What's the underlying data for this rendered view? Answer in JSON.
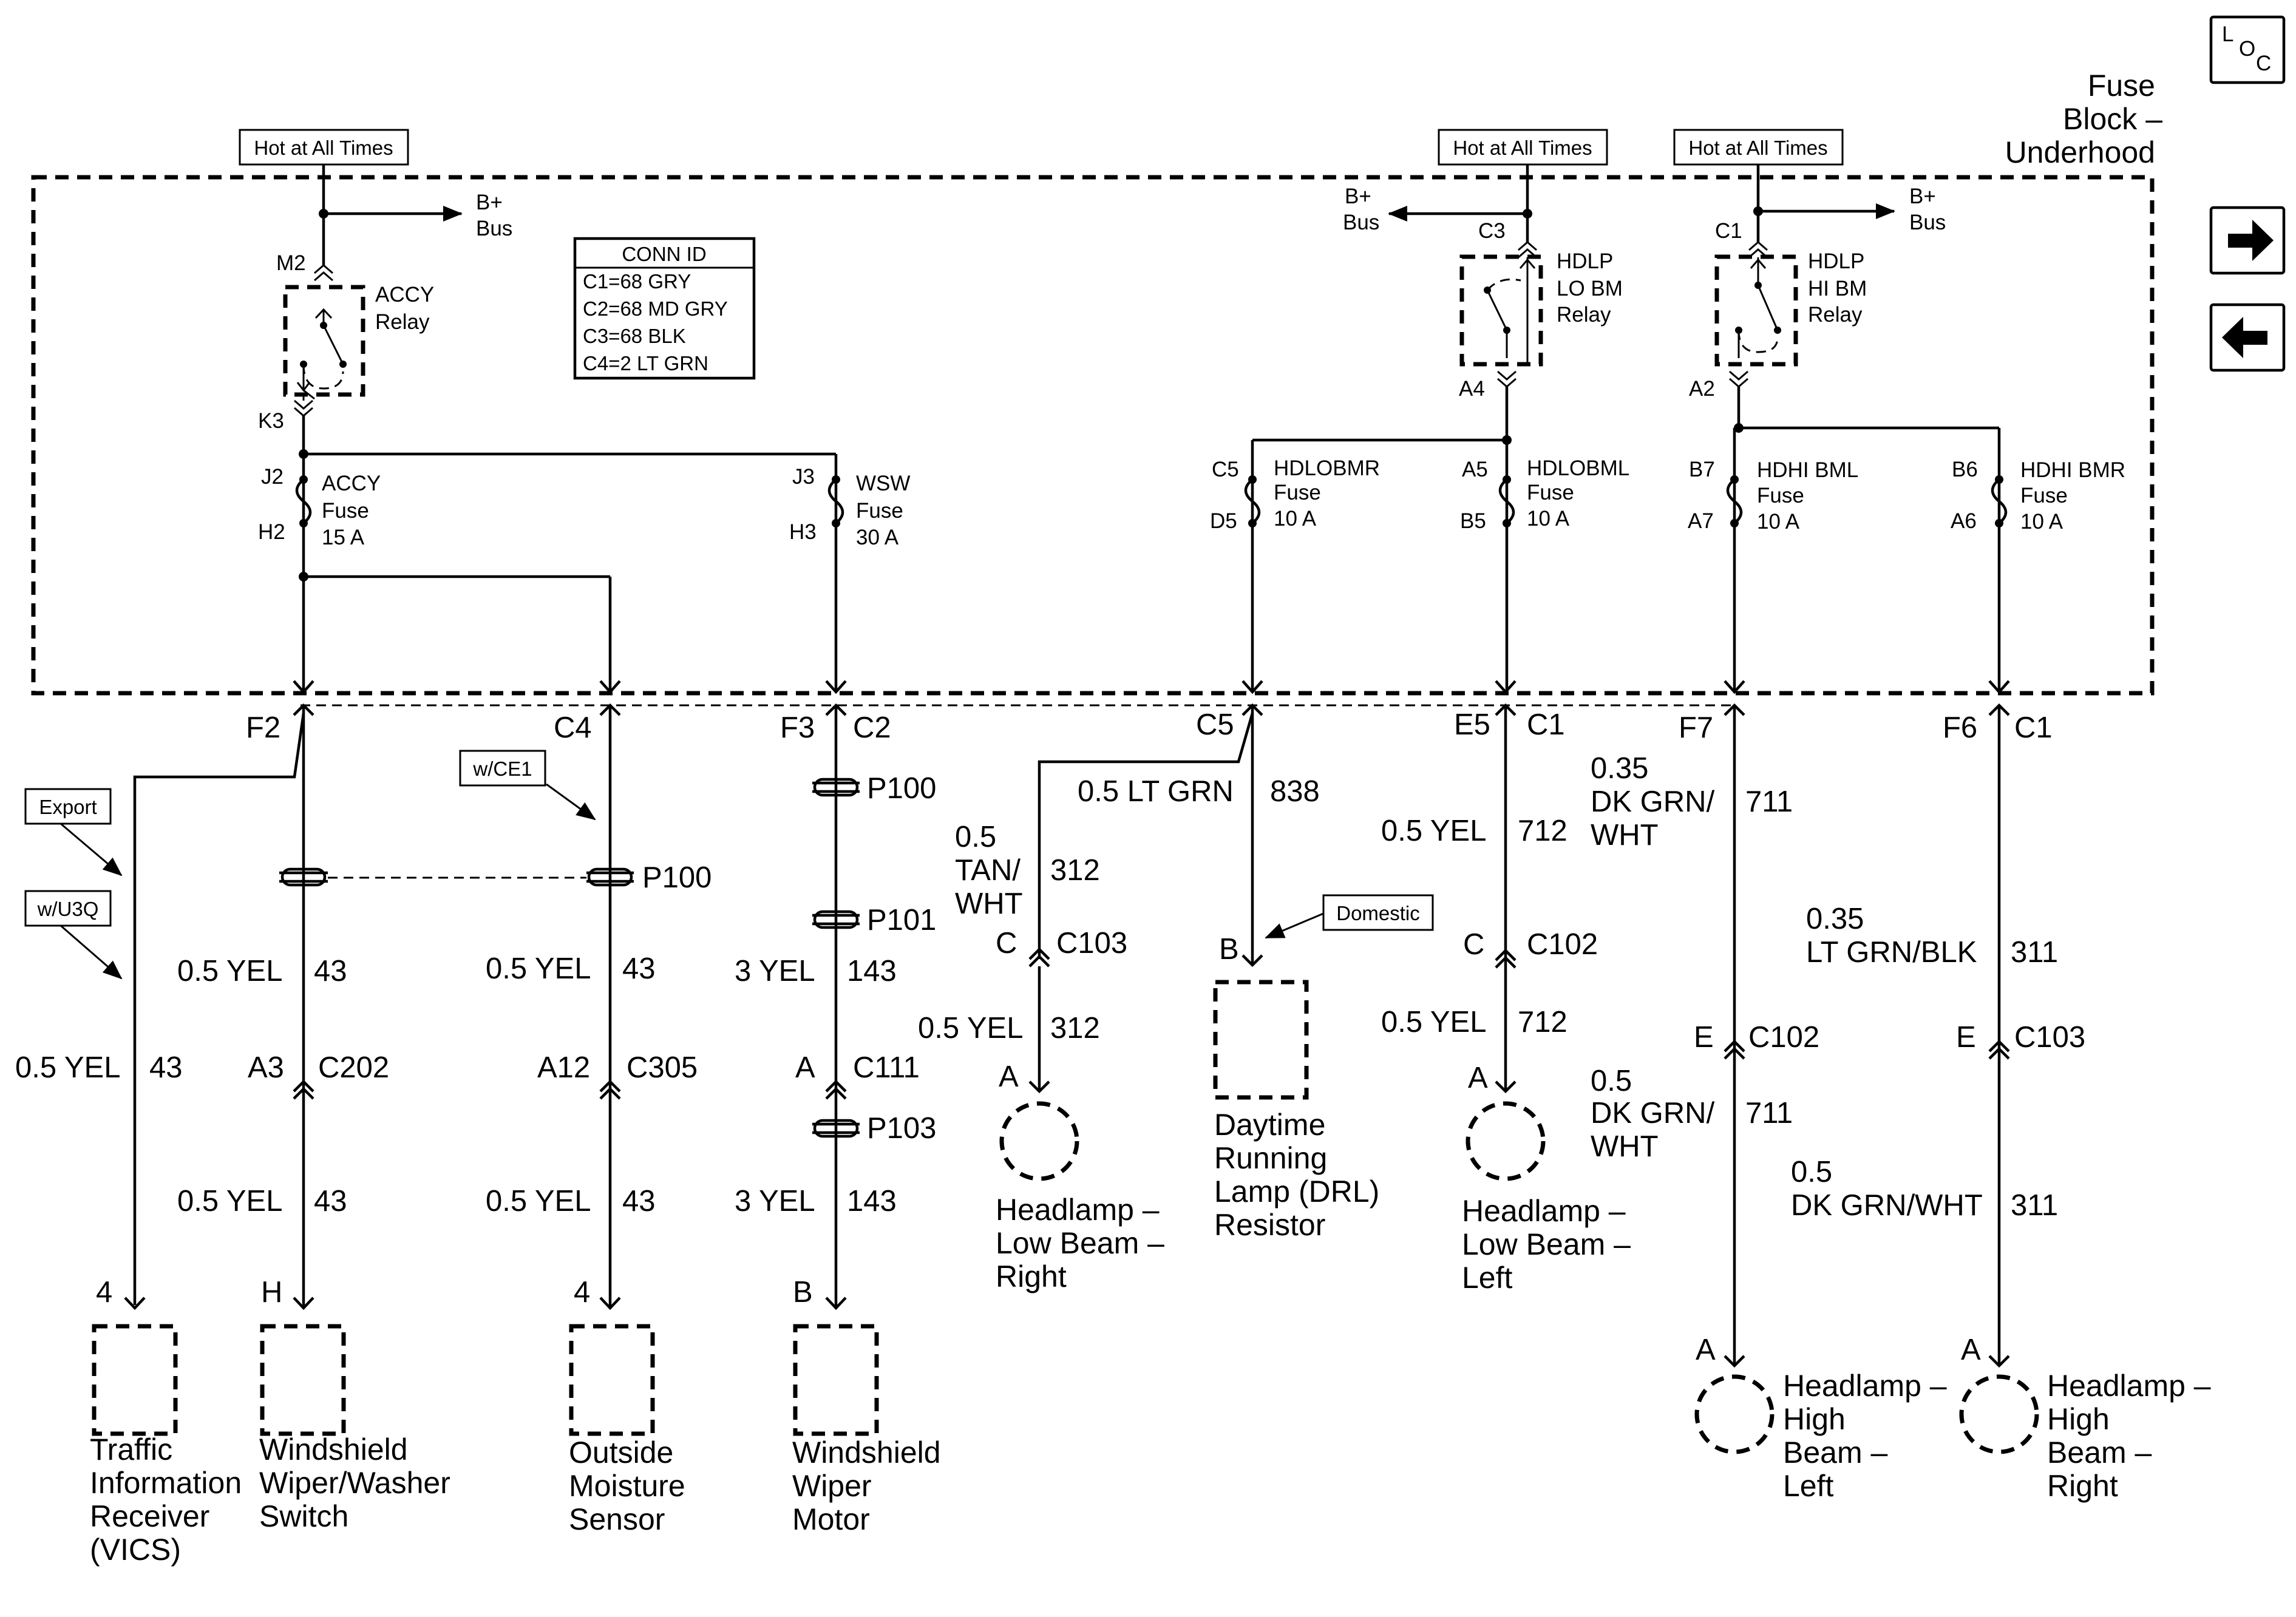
{
  "fuse_block": {
    "title_line1": "Fuse",
    "title_line2": "Block –",
    "title_line3": "Underhood"
  },
  "loc_button": {
    "l": "L",
    "o": "O",
    "c": "C"
  },
  "nav": {
    "forward_icon": "arrow-right-icon",
    "back_icon": "arrow-left-icon"
  },
  "hot_labels": [
    "Hot at All Times",
    "Hot at All Times",
    "Hot at All Times"
  ],
  "bplus": {
    "b": "B+",
    "bus": "Bus"
  },
  "conn_id": {
    "title": "CONN ID",
    "rows": [
      "C1=68 GRY",
      "C2=68 MD GRY",
      "C3=68 BLK",
      "C4=2 LT GRN"
    ]
  },
  "relays": {
    "accy": {
      "name1": "ACCY",
      "name2": "Relay",
      "pin_in": "M2",
      "pin_out": "K3"
    },
    "lo": {
      "name1": "HDLP",
      "name2": "LO BM",
      "name3": "Relay",
      "pin_in": "C3",
      "pin_out": "A4"
    },
    "hi": {
      "name1": "HDLP",
      "name2": "HI BM",
      "name3": "Relay",
      "pin_in": "C1",
      "pin_out": "A2"
    }
  },
  "fuses": {
    "accy": {
      "top": "J2",
      "bottom": "H2",
      "l1": "ACCY",
      "l2": "Fuse",
      "l3": "15 A"
    },
    "wsw": {
      "top": "J3",
      "bottom": "H3",
      "l1": "WSW",
      "l2": "Fuse",
      "l3": "30 A"
    },
    "lobmr": {
      "top": "C5",
      "bottom": "D5",
      "l1": "HDLOBMR",
      "l2": "Fuse",
      "l3": "10 A"
    },
    "lobml": {
      "top": "A5",
      "bottom": "B5",
      "l1": "HDLOBML",
      "l2": "Fuse",
      "l3": "10 A"
    },
    "hibml": {
      "top": "B7",
      "bottom": "A7",
      "l1": "HDHI BML",
      "l2": "Fuse",
      "l3": "10 A"
    },
    "hibmr": {
      "top": "B6",
      "bottom": "A6",
      "l1": "HDHI BMR",
      "l2": "Fuse",
      "l3": "10 A"
    }
  },
  "block_pins": {
    "f2": "F2",
    "c4": "C4",
    "f3": "F3",
    "c2": "C2",
    "c5": "C5",
    "e5": "E5",
    "c1a": "C1",
    "f7": "F7",
    "f6": "F6",
    "c1b": "C1"
  },
  "notes": {
    "export": "Export",
    "w_u3q": "w/U3Q",
    "w_ce1": "w/CE1",
    "domestic": "Domestic"
  },
  "splices": {
    "p100a": "P100",
    "p100b": "P100",
    "p101": "P101",
    "p103": "P103"
  },
  "wires": {
    "tir": {
      "size": "0.5 YEL",
      "num": "43"
    },
    "wws_top": {
      "size": "0.5 YEL",
      "num": "43"
    },
    "wws_bot": {
      "size": "0.5 YEL",
      "num": "43"
    },
    "oms_top": {
      "size": "0.5 YEL",
      "num": "43"
    },
    "oms_bot": {
      "size": "0.5 YEL",
      "num": "43"
    },
    "wwm_top": {
      "size": "3 YEL",
      "num": "143"
    },
    "wwm_bot": {
      "size": "3 YEL",
      "num": "143"
    },
    "hlr_top": {
      "l1": "0.5",
      "l2": "TAN/",
      "l3": "WHT",
      "num": "312"
    },
    "hlr_bot": {
      "size": "0.5 YEL",
      "num": "312"
    },
    "drl": {
      "size": "0.5 LT GRN",
      "num": "838"
    },
    "hll_top": {
      "size": "0.5 YEL",
      "num": "712"
    },
    "hll_bot": {
      "size": "0.5 YEL",
      "num": "712"
    },
    "hhl_top": {
      "l1": "0.35",
      "l2": "DK GRN/",
      "l3": "WHT",
      "num": "711"
    },
    "hhl_bot": {
      "l1": "0.5",
      "l2": "DK GRN/",
      "l3": "WHT",
      "num": "711"
    },
    "hhr_top": {
      "l1": "0.35",
      "l2": "LT GRN/BLK",
      "num": "311"
    },
    "hhr_bot": {
      "l1": "0.5",
      "l2": "DK GRN/WHT",
      "num": "311"
    }
  },
  "inline_conns": {
    "c202": {
      "pin": "A3",
      "name": "C202"
    },
    "c305": {
      "pin": "A12",
      "name": "C305"
    },
    "c111": {
      "pin": "A",
      "name": "C111"
    },
    "c103a": {
      "pin": "C",
      "name": "C103"
    },
    "c102a": {
      "pin": "C",
      "name": "C102"
    },
    "c102b": {
      "pin": "E",
      "name": "C102"
    },
    "c103b": {
      "pin": "E",
      "name": "C103"
    }
  },
  "components": {
    "tir": {
      "pin": "4",
      "l1": "Traffic",
      "l2": "Information",
      "l3": "Receiver",
      "l4": "(VICS)"
    },
    "wws": {
      "pin": "H",
      "l1": "Windshield",
      "l2": "Wiper/Washer",
      "l3": "Switch"
    },
    "oms": {
      "pin": "4",
      "l1": "Outside",
      "l2": "Moisture",
      "l3": "Sensor"
    },
    "wwm": {
      "pin": "B",
      "l1": "Windshield",
      "l2": "Wiper",
      "l3": "Motor"
    },
    "hlr": {
      "pin": "A",
      "l1": "Headlamp –",
      "l2": "Low Beam –",
      "l3": "Right"
    },
    "drl": {
      "pin": "B",
      "l1": "Daytime",
      "l2": "Running",
      "l3": "Lamp (DRL)",
      "l4": "Resistor"
    },
    "hll": {
      "pin": "A",
      "l1": "Headlamp –",
      "l2": "Low Beam –",
      "l3": "Left"
    },
    "hhl": {
      "pin": "A",
      "l1": "Headlamp –",
      "l2": "High",
      "l3": "Beam –",
      "l4": "Left"
    },
    "hhr": {
      "pin": "A",
      "l1": "Headlamp –",
      "l2": "High",
      "l3": "Beam –",
      "l4": "Right"
    }
  }
}
